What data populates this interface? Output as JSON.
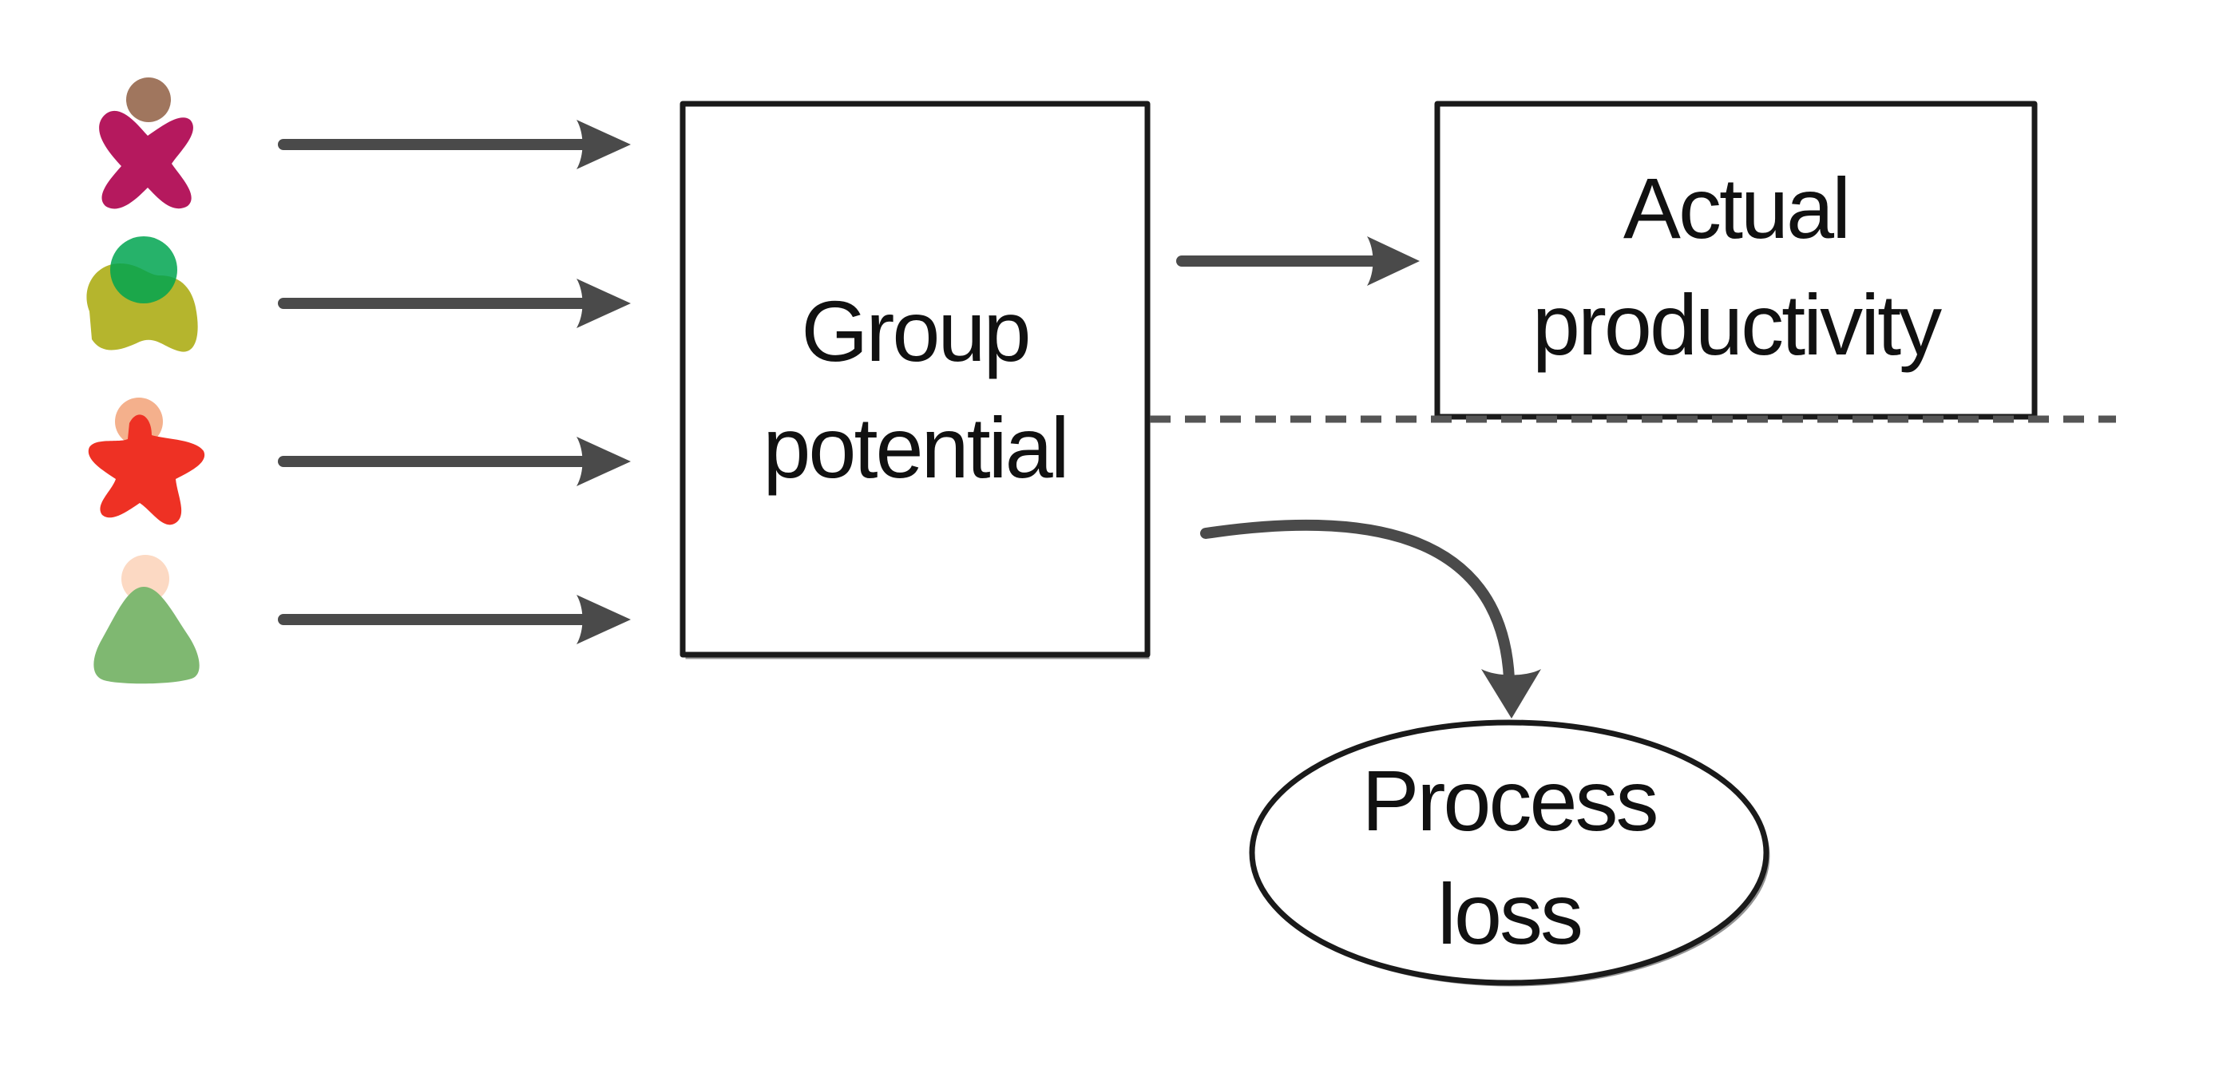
{
  "nodes": {
    "group_potential": {
      "line1": "Group",
      "line2": "potential"
    },
    "actual_productivity": {
      "line1": "Actual",
      "line2": "productivity"
    },
    "process_loss": {
      "line1": "Process",
      "line2": "loss"
    }
  },
  "people": [
    {
      "icon": "person-x-shape-icon",
      "head_color": "#a0765e",
      "body_color": "#b5195e"
    },
    {
      "icon": "person-blob-shape-icon",
      "head_color": "#00a550",
      "body_color": "#b5b52d"
    },
    {
      "icon": "person-star-shape-icon",
      "head_color": "#f4b08c",
      "body_color": "#ee3124"
    },
    {
      "icon": "person-triangle-shape-icon",
      "head_color": "#fcd9c3",
      "body_color": "#7fb871"
    }
  ],
  "colors": {
    "arrow": "#4a4a4a",
    "box_stroke": "#1a1a1a",
    "dashed_line": "#555555"
  }
}
